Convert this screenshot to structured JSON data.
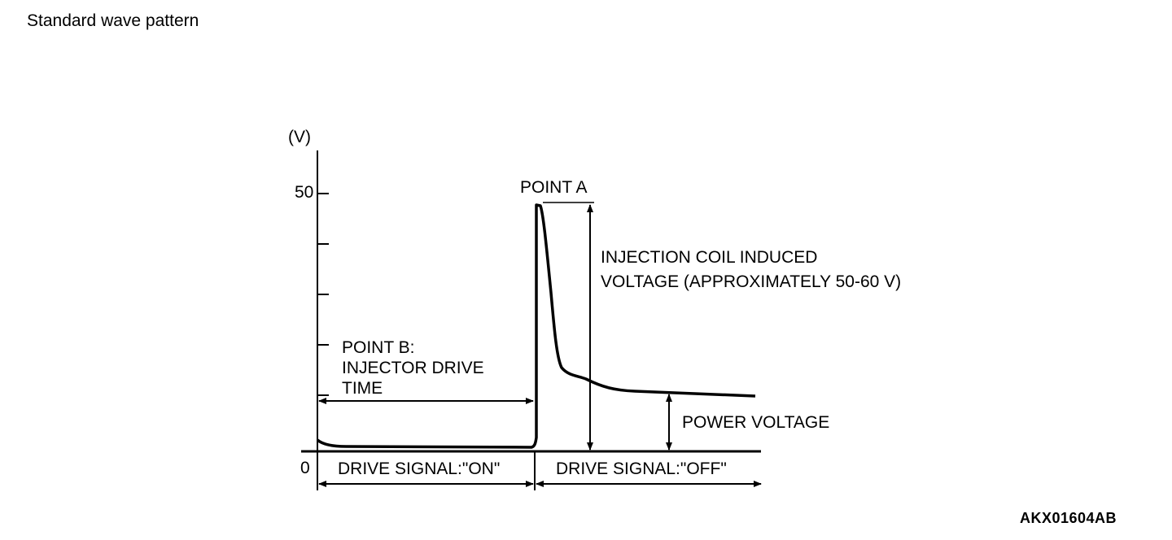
{
  "page_title": "Standard wave pattern",
  "figure_id": "AKX01604AB",
  "diagram": {
    "y_axis_unit": "(V)",
    "y_tick_50": "50",
    "origin_label": "0",
    "point_a_label": "POINT A",
    "induced_voltage_label": [
      "INJECTION COIL INDUCED",
      "VOLTAGE (APPROXIMATELY 50-60 V)"
    ],
    "point_b_label": [
      "POINT B:",
      "INJECTOR DRIVE",
      "TIME"
    ],
    "power_voltage_label": "POWER VOLTAGE",
    "drive_on_label": "DRIVE SIGNAL:\"ON\"",
    "drive_off_label": "DRIVE SIGNAL:\"OFF\""
  }
}
